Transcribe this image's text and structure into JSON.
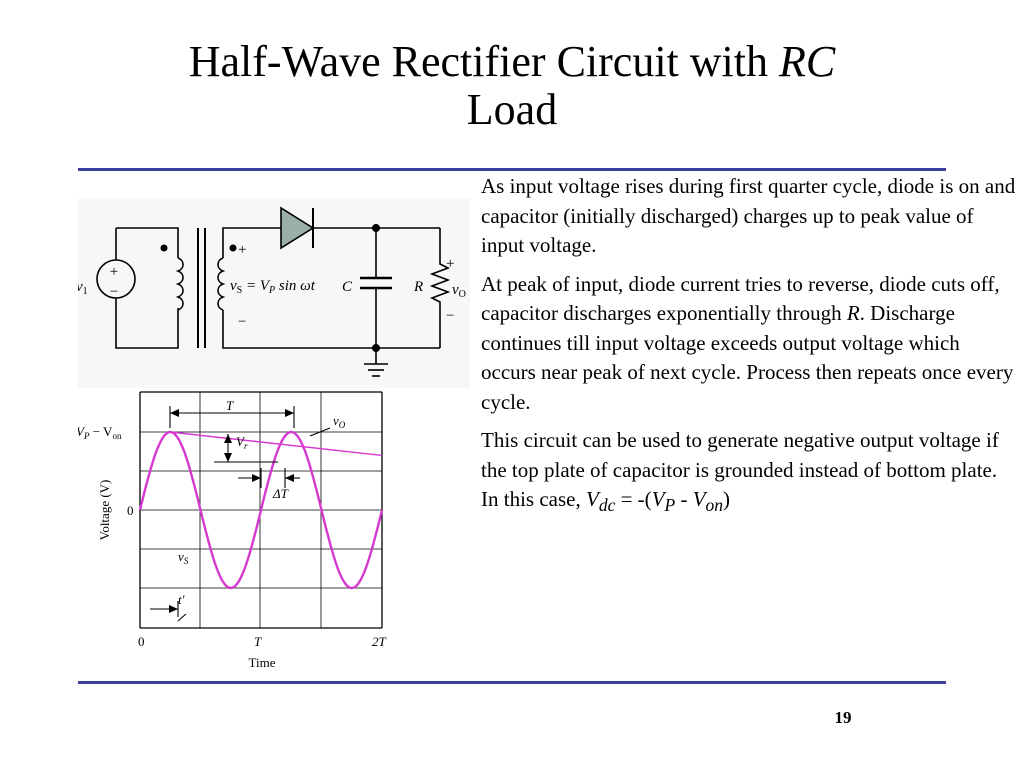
{
  "slide": {
    "title_main": "Half-Wave Rectifier Circuit with ",
    "title_italic": "RC",
    "title_line2": "Load",
    "page_number": "19"
  },
  "paragraphs": {
    "p1": "As input voltage rises during first quarter cycle, diode is on and capacitor (initially discharged) charges up to peak value of input voltage.",
    "p2_a": "At peak of input, diode current tries to reverse, diode cuts off, capacitor discharges exponentially through ",
    "p2_r": "R",
    "p2_b": ". Discharge continues till input voltage exceeds output voltage which occurs near peak of next cycle. Process then repeats once every cycle.",
    "p3_a": "This circuit can be used to generate negative output voltage if the top plate of capacitor is grounded instead of bottom plate. In this case, ",
    "p3_v1": "V",
    "p3_dc": "dc",
    "p3_eq": " = -(",
    "p3_v2": "V",
    "p3_p": "P",
    "p3_minus": " - ",
    "p3_v3": "V",
    "p3_on": "on",
    "p3_close": ")"
  },
  "circuit": {
    "source_label": "v",
    "source_sub": "1",
    "plus": "+",
    "minus": "−",
    "vs_label": "v",
    "vs_sub": "S",
    "vs_eq": " = V",
    "vs_p": "P",
    "vs_sin": " sin ωt",
    "cap_label": "C",
    "res_label": "R",
    "vo_label": "v",
    "vo_sub": "O"
  },
  "colors": {
    "diode_fill": "#9ab0a6",
    "waveform": "#d639d0",
    "grid": "#000000",
    "rule": "#3b3f9e"
  },
  "chart_data": {
    "type": "line",
    "xlabel": "Time",
    "ylabel": "Voltage (V)",
    "x_ticks": [
      "0",
      "T",
      "2T"
    ],
    "y_ticks": [
      "V_P − V_on",
      "0"
    ],
    "y_tick_top_main": "V",
    "y_tick_top_sub": "P",
    "y_tick_top_minus": " − V",
    "y_tick_top_on": "on",
    "y_tick_zero": "0",
    "x_tick_0": "0",
    "x_tick_T": "T",
    "x_tick_2T": "2T",
    "period_label": "T",
    "ripple_label": "V",
    "ripple_sub": "r",
    "delta_label": "ΔT",
    "tprime_label": "t′",
    "series": [
      {
        "name_main": "v",
        "name_sub": "S",
        "function": "sin(2πt/T)",
        "t_range": [
          0,
          2
        ],
        "amplitude": 1
      },
      {
        "name_main": "v",
        "name_sub": "O",
        "start": 0.25,
        "decay_end_value": 0.7,
        "second_peak": 1.25
      }
    ]
  }
}
